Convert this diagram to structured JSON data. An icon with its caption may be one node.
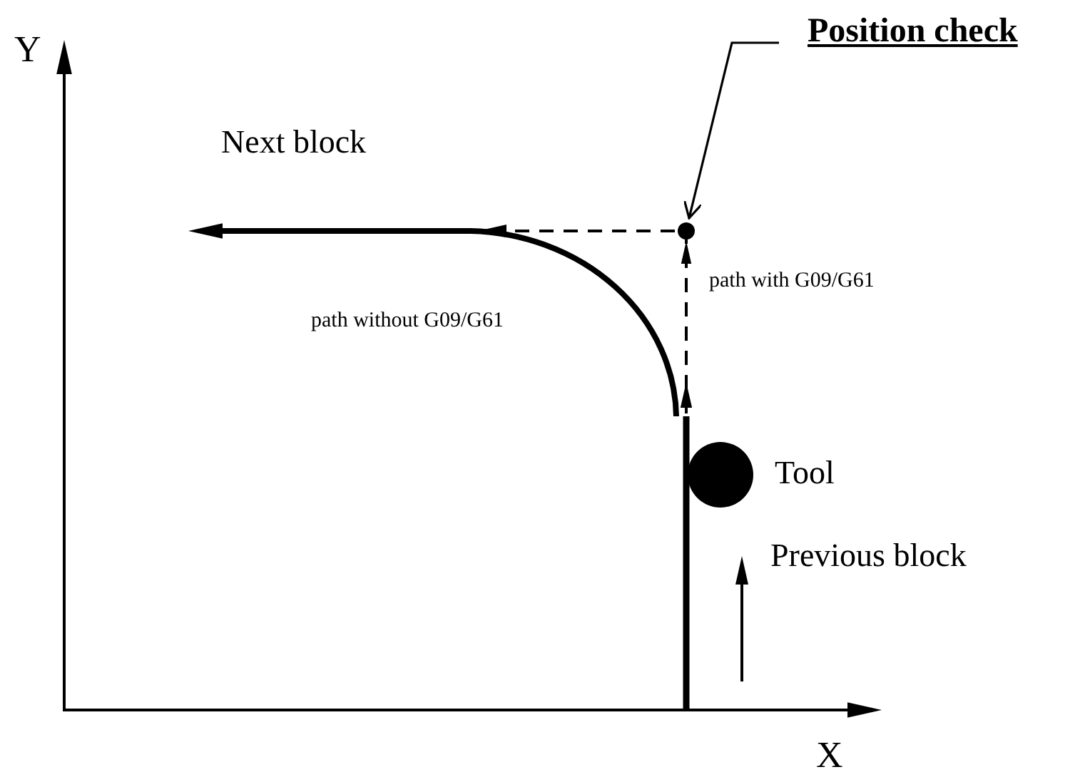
{
  "diagram": {
    "nodes": [
      {
        "text": [
          "Position check"
        ]
      },
      {
        "text": [],
        "shape": "circle"
      }
    ],
    "edges": [
      {
        "from": 0,
        "to": 1,
        "arrow": "to"
      }
    ],
    "labels": [
      "Y",
      "Next block",
      "path without G09/G61",
      "path with G09/G61",
      "Tool",
      "Previous block",
      "X"
    ]
  }
}
